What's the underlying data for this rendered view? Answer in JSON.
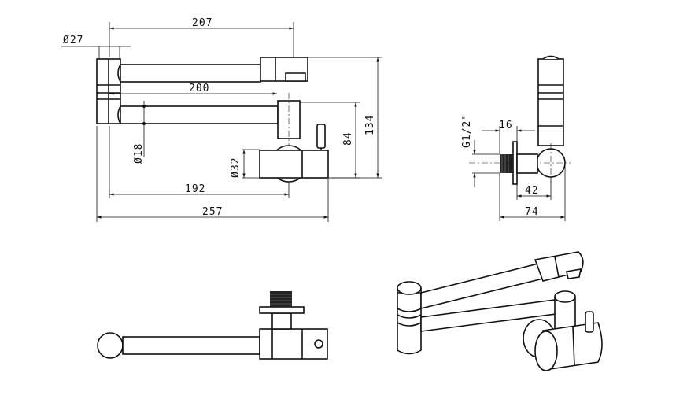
{
  "dimensions": {
    "d207": "207",
    "d27": "Ø27",
    "d200": "200",
    "d18": "Ø18",
    "d32": "Ø32",
    "d84": "84",
    "d134": "134",
    "d192": "192",
    "d257": "257",
    "dG12": "G1/2\"",
    "d16": "16",
    "d42": "42",
    "d74": "74"
  },
  "views": [
    "front-view",
    "side-view",
    "top-view",
    "isometric-view"
  ]
}
